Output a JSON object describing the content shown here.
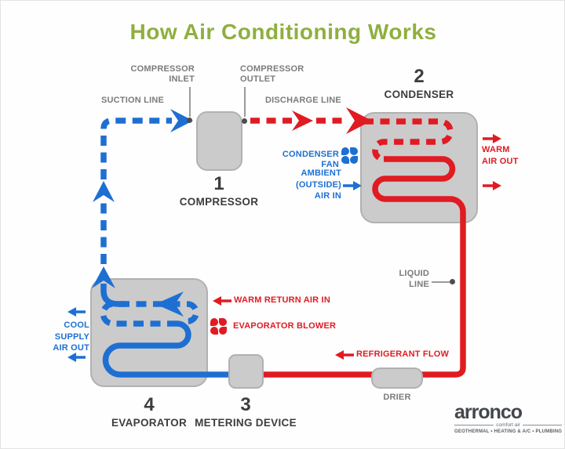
{
  "title": "How Air Conditioning Works",
  "components": {
    "compressor": {
      "number": "1",
      "name": "COMPRESSOR"
    },
    "condenser": {
      "number": "2",
      "name": "CONDENSER"
    },
    "metering_device": {
      "number": "3",
      "name": "METERING DEVICE"
    },
    "evaporator": {
      "number": "4",
      "name": "EVAPORATOR"
    },
    "drier": {
      "name": "DRIER"
    }
  },
  "pipe_labels": {
    "suction_line": "SUCTION LINE",
    "discharge_line": "DISCHARGE LINE",
    "compressor_inlet_l1": "COMPRESSOR",
    "compressor_inlet_l2": "INLET",
    "compressor_outlet_l1": "COMPRESSOR",
    "compressor_outlet_l2": "OUTLET",
    "liquid_line_l1": "LIQUID",
    "liquid_line_l2": "LINE",
    "refrigerant_flow": "REFRIGERANT FLOW"
  },
  "airflow_labels": {
    "condenser_fan": "CONDENSER FAN",
    "ambient_l1": "AMBIENT",
    "ambient_l2": "(OUTSIDE)",
    "ambient_l3": "AIR IN",
    "warm_air_out_l1": "WARM",
    "warm_air_out_l2": "AIR OUT",
    "warm_return_air_in": "WARM RETURN AIR IN",
    "evaporator_blower": "EVAPORATOR BLOWER",
    "cool_supply_l1": "COOL SUPPLY",
    "cool_supply_l2": "AIR OUT"
  },
  "logo": {
    "brand": "arronco",
    "tagline": "comfort air",
    "services": "GEOTHERMAL • HEATING & A/C • PLUMBING"
  },
  "colors": {
    "refrigerant_hot_red": "#e01b22",
    "refrigerant_cold_blue": "#1e6fd2",
    "component_fill_gray": "#cbcbcb",
    "title_green": "#8faf3f",
    "pipe_label_gray": "#7b7b7b",
    "component_text_dark": "#3d3d3d"
  }
}
